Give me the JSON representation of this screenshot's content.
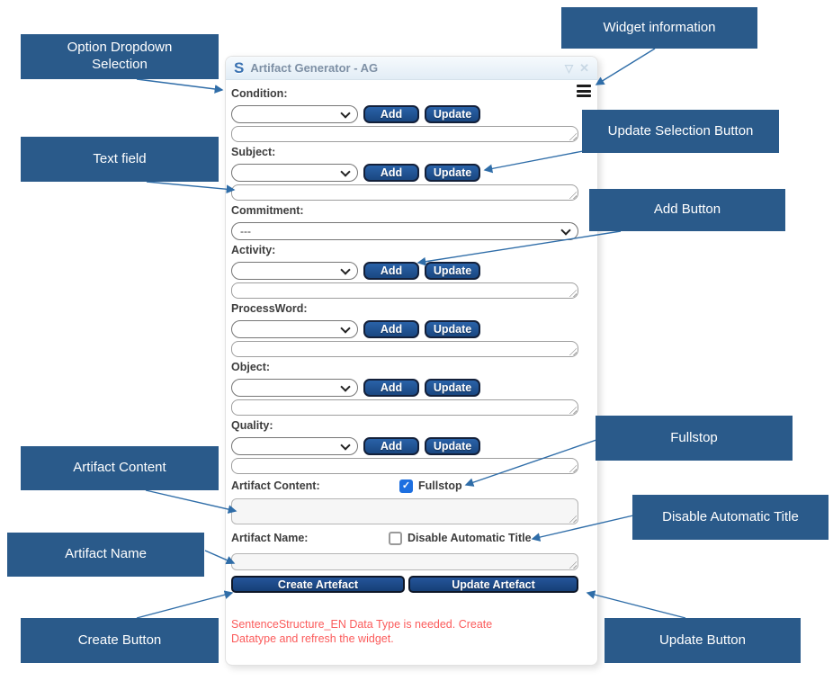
{
  "colors": {
    "callout_blue": "#2a5a8a",
    "arrow_blue": "#2f6da8",
    "button_navy": "#1a4781",
    "error_red": "#fb5b5b",
    "checkbox_blue": "#1d6fe0",
    "logo_blue": "#3a72b2"
  },
  "callouts": {
    "option_dropdown": "Option Dropdown Selection",
    "widget_information": "Widget information",
    "update_selection": "Update Selection Button",
    "add_button": "Add Button",
    "text_field": "Text field",
    "fullstop": "Fullstop",
    "disable_automatic_title": "Disable Automatic Title",
    "artifact_content": "Artifact Content",
    "artifact_name": "Artifact Name",
    "create_button": "Create Button",
    "update_button": "Update Button"
  },
  "widget": {
    "logo": "S",
    "title": "Artifact Generator - AG",
    "header_icons": {
      "minimize": "▽",
      "close": "✕"
    },
    "sections": [
      {
        "label": "Condition:",
        "type": "full"
      },
      {
        "label": "Subject:",
        "type": "full"
      },
      {
        "label": "Commitment:",
        "type": "dropdown_only",
        "selected": "---"
      },
      {
        "label": "Activity:",
        "type": "full"
      },
      {
        "label": "ProcessWord:",
        "type": "full"
      },
      {
        "label": "Object:",
        "type": "full"
      },
      {
        "label": "Quality:",
        "type": "full"
      }
    ],
    "add_label": "Add",
    "update_label": "Update",
    "artifact_content_label": "Artifact Content:",
    "fullstop_label": "Fullstop",
    "fullstop_checked": true,
    "fullstop_check_glyph": "✓",
    "artifact_name_label": "Artifact Name:",
    "disable_title_label": "Disable Automatic Title",
    "disable_title_checked": false,
    "create_button_label": "Create Artefact",
    "update_button_label": "Update Artefact",
    "error_message": "SentenceStructure_EN Data Type is needed. Create Datatype and refresh the widget."
  }
}
